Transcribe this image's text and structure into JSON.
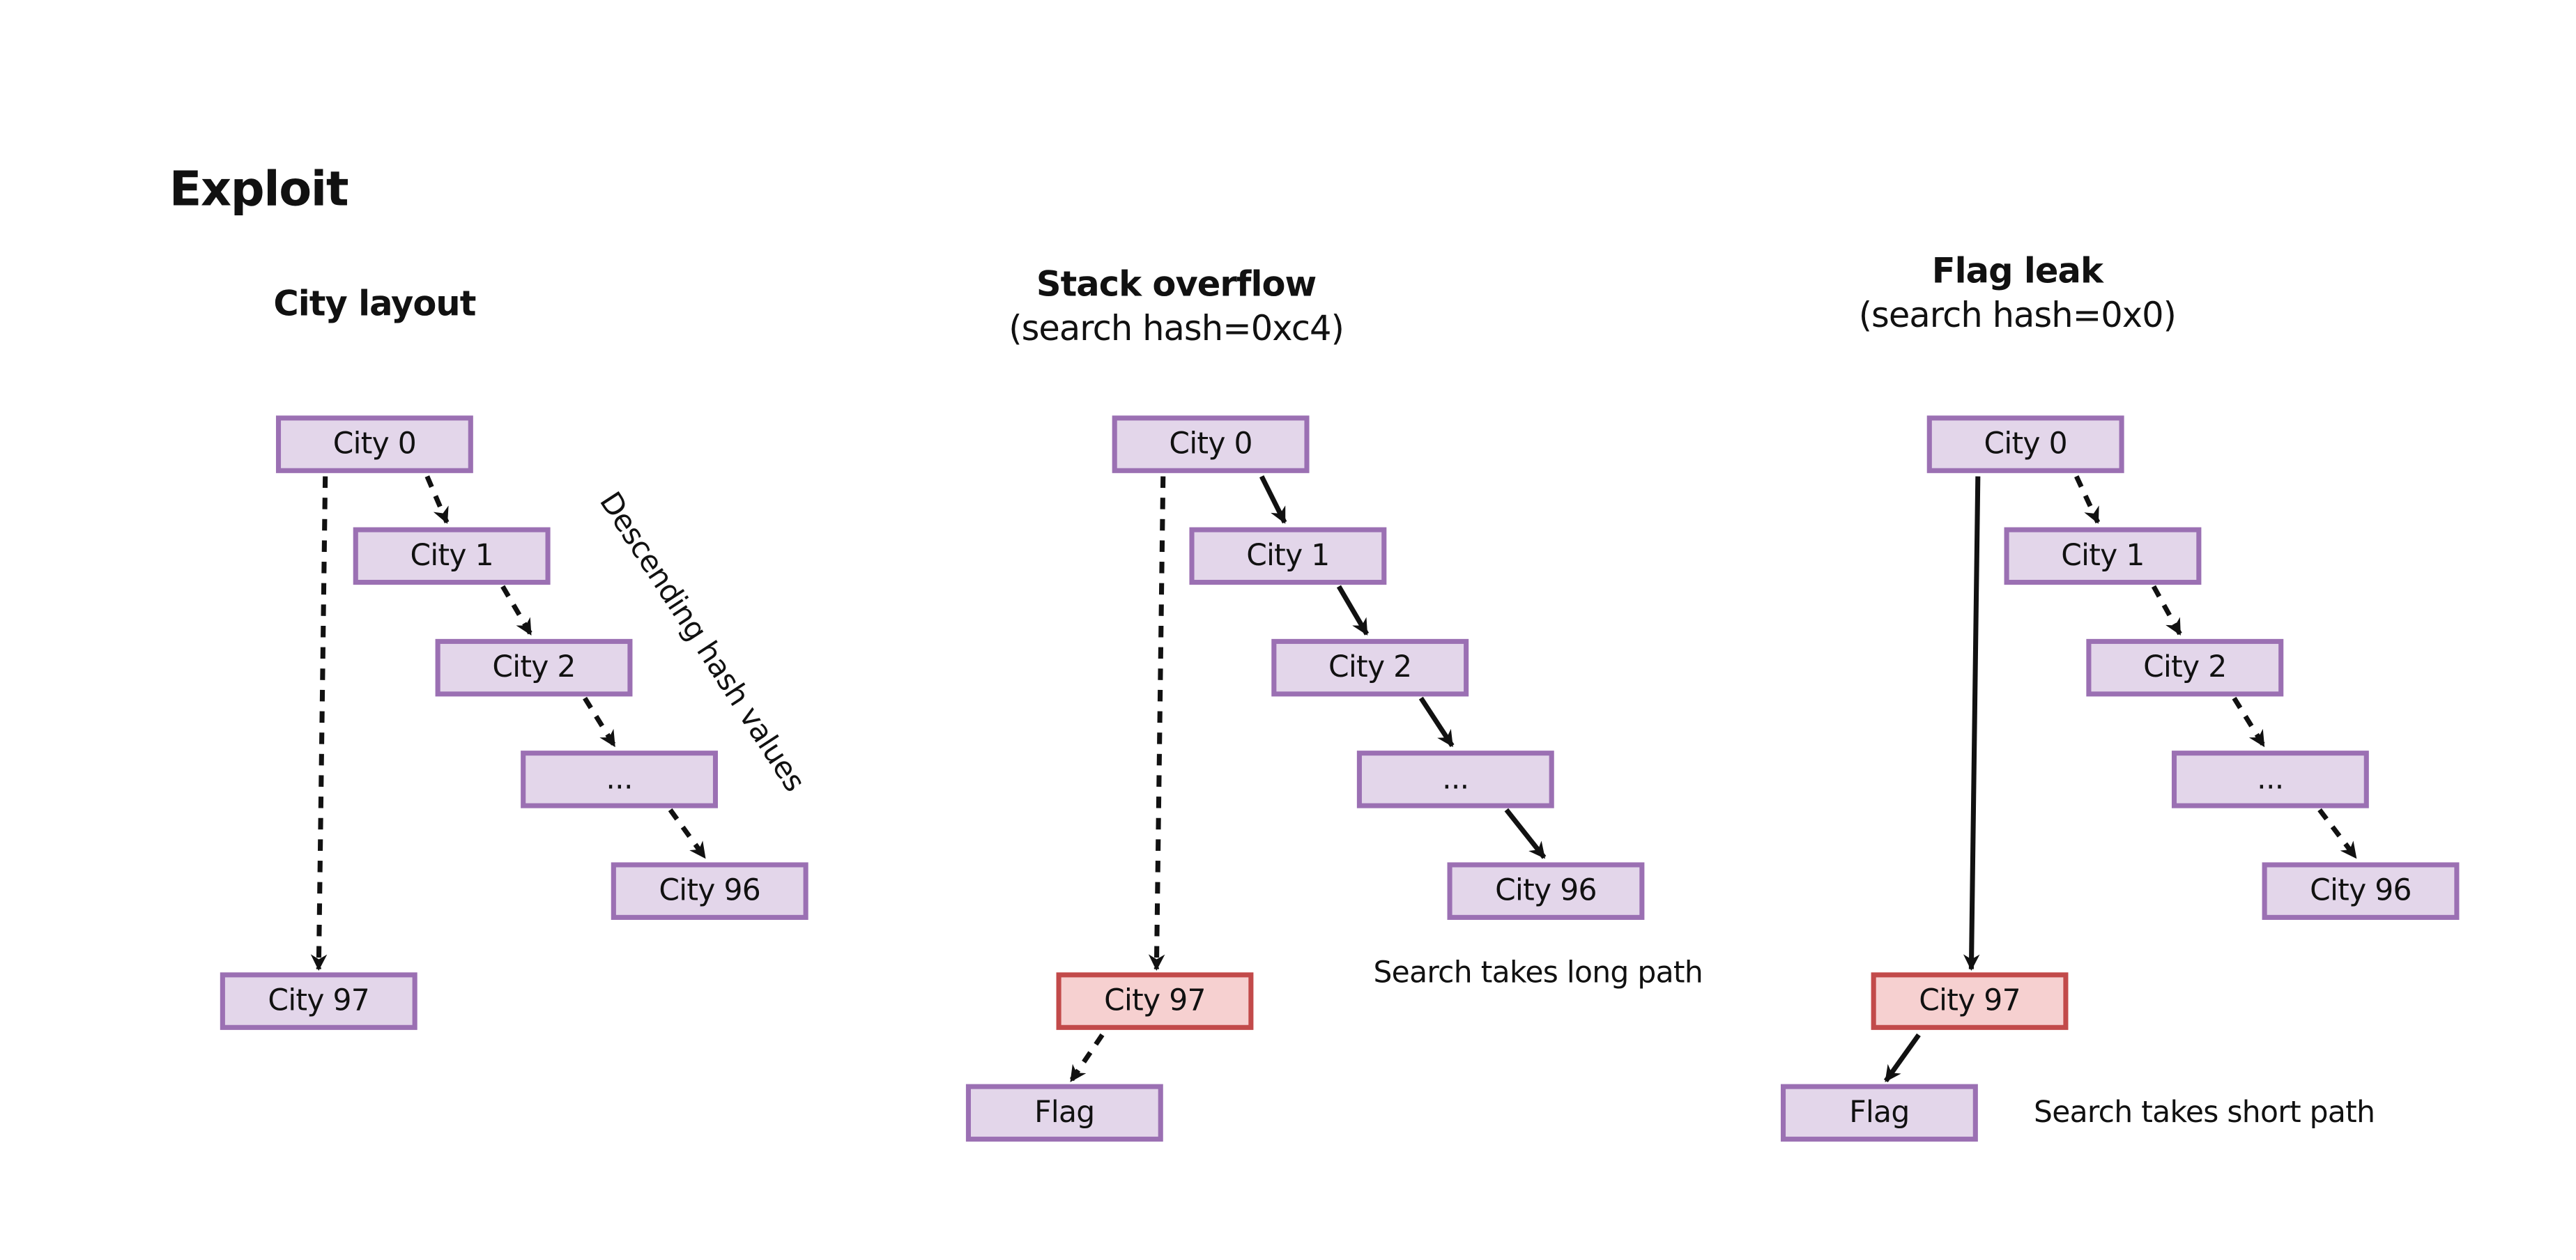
{
  "title": "Exploit",
  "panels": {
    "layout": {
      "heading": "City layout",
      "annotation": "Descending hash values"
    },
    "overflow": {
      "heading": "Stack overflow",
      "subheading": "(search hash=0xc4)",
      "note": "Search takes long path"
    },
    "leak": {
      "heading": "Flag leak",
      "subheading": "(search hash=0x0)",
      "note": "Search takes short path"
    }
  },
  "nodes": {
    "city0": "City 0",
    "city1": "City 1",
    "city2": "City 2",
    "ellipsis": "...",
    "city96": "City 96",
    "city97": "City 97",
    "flag": "Flag"
  },
  "colors": {
    "node_fill": "#e3d6ea",
    "node_border": "#9b70b3",
    "highlight_fill": "#f6d0d0",
    "highlight_border": "#c24a4a"
  }
}
